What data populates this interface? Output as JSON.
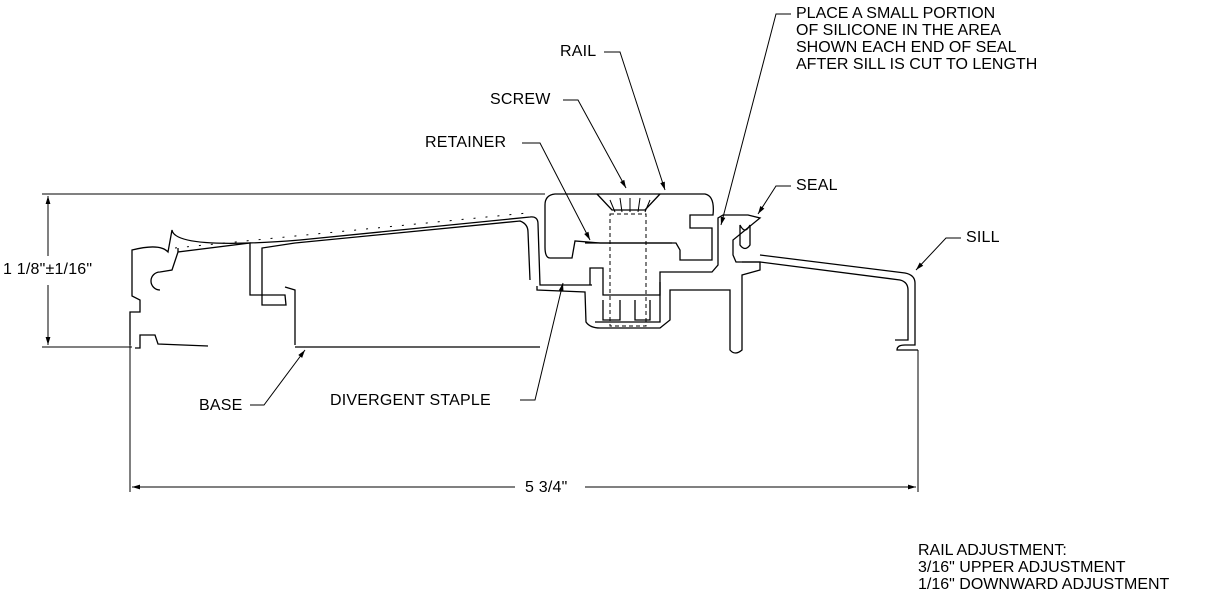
{
  "labels": {
    "rail": "RAIL",
    "screw": "SCREW",
    "retainer": "RETAINER",
    "silicone_note": [
      "PLACE A SMALL PORTION",
      "OF SILICONE IN THE AREA",
      "SHOWN EACH END OF SEAL",
      "AFTER SILL IS CUT TO LENGTH"
    ],
    "seal": "SEAL",
    "sill": "SILL",
    "base": "BASE",
    "divergent_staple": "DIVERGENT STAPLE"
  },
  "dimensions": {
    "height": "1 1/8\"±1/16\"",
    "width": "5 3/4\""
  },
  "adjustment_note": [
    "RAIL ADJUSTMENT:",
    "3/16\" UPPER ADJUSTMENT",
    "1/16\" DOWNWARD ADJUSTMENT"
  ]
}
